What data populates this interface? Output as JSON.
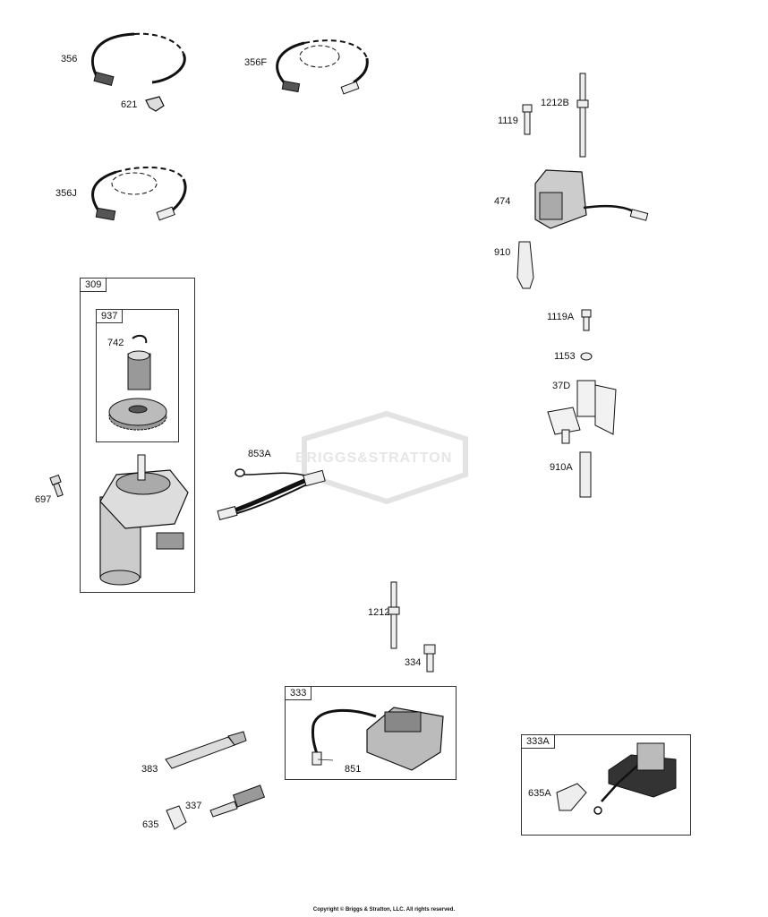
{
  "watermark": "BRIGGS&STRATTON",
  "copyright": "Copyright © Briggs & Stratton, LLC. All rights reserved.",
  "groups": {
    "g309": "309",
    "g937": "937",
    "g333": "333",
    "g333A": "333A"
  },
  "labels": {
    "p356": "356",
    "p621": "621",
    "p356F": "356F",
    "p356J": "356J",
    "p1119": "1119",
    "p1212B": "1212B",
    "p474": "474",
    "p910": "910",
    "p1119A": "1119A",
    "p1153": "1153",
    "p37D": "37D",
    "p910A": "910A",
    "p742": "742",
    "p697": "697",
    "p853A": "853A",
    "p1212": "1212",
    "p334": "334",
    "p851": "851",
    "p383": "383",
    "p337": "337",
    "p635": "635",
    "p635A": "635A"
  }
}
